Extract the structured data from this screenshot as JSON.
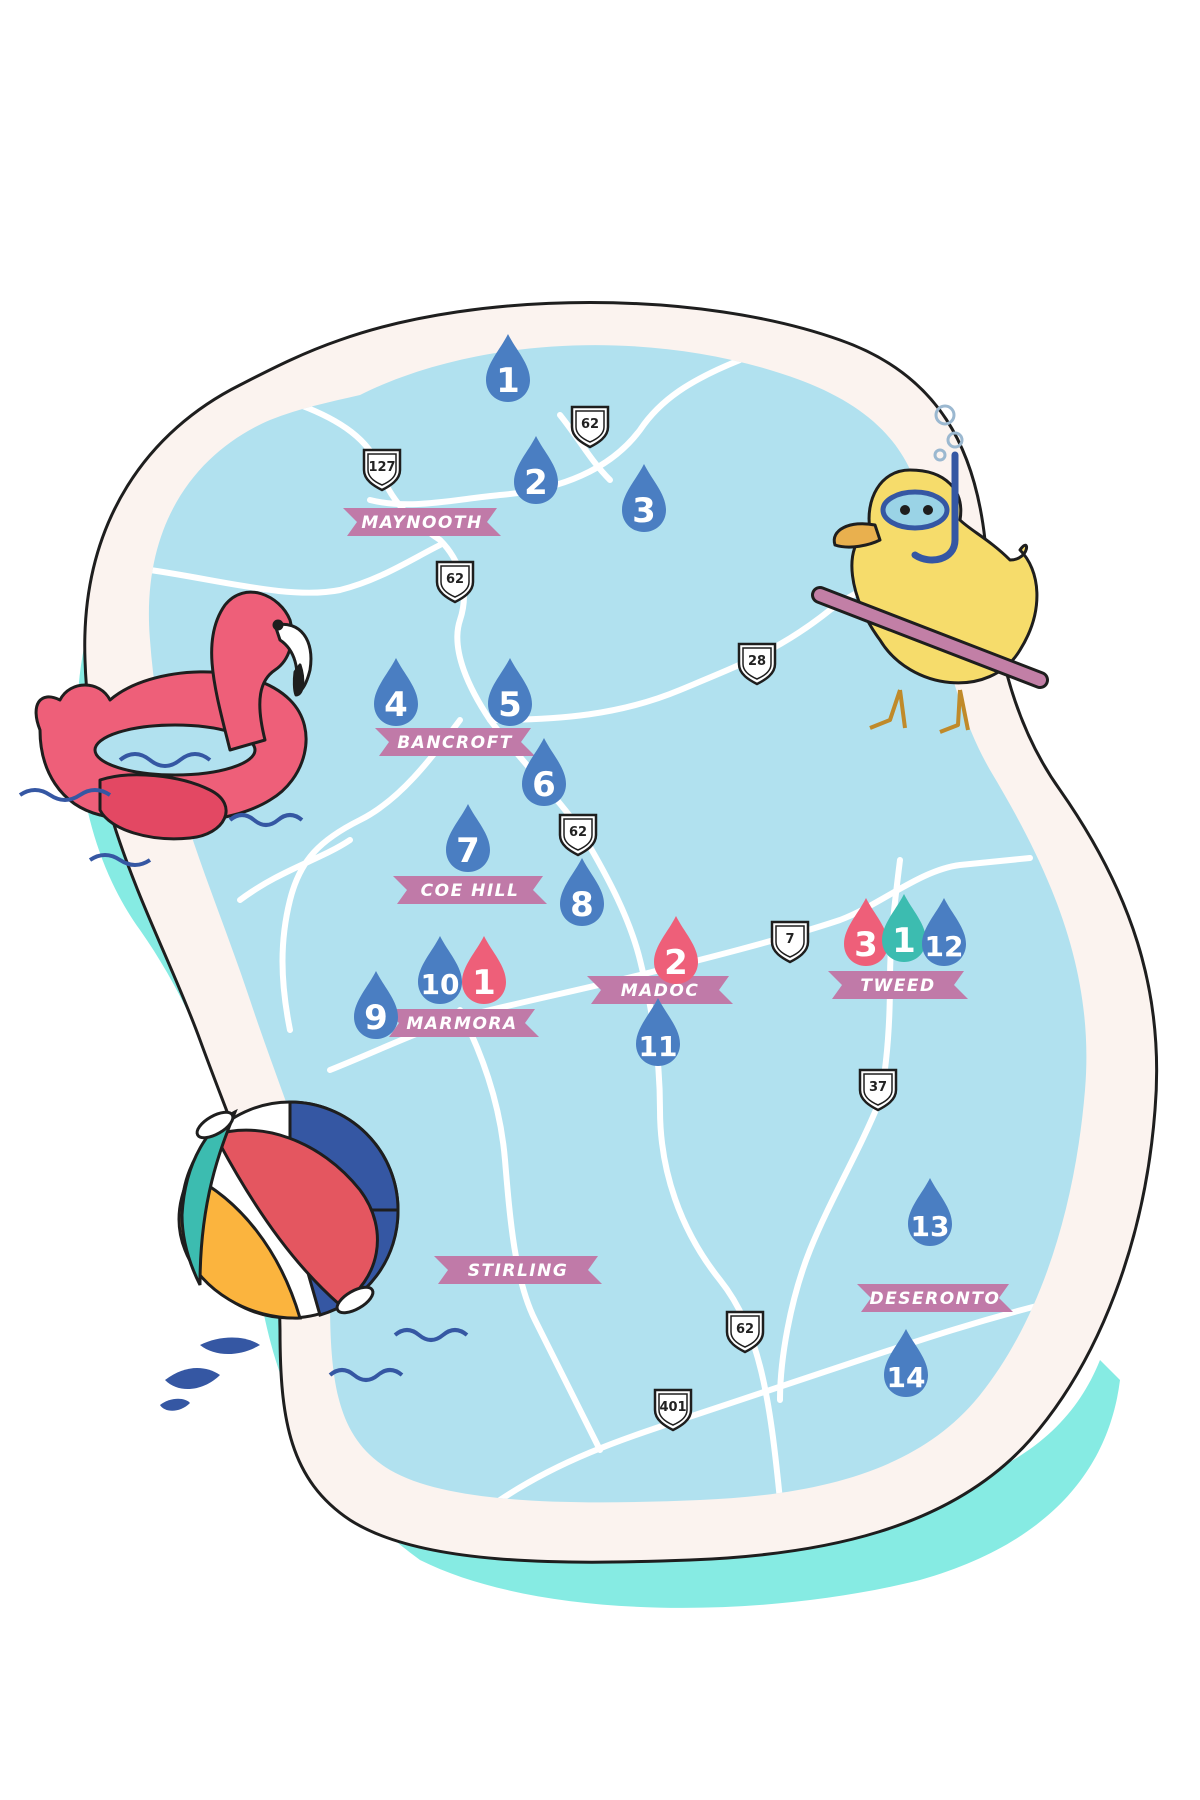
{
  "colors": {
    "water": "#b1e1ef",
    "deck": "#fbf3ef",
    "shadow": "#86ebe3",
    "outline": "#1e1e1e",
    "road": "#ffffff",
    "banner": "#c07aa8",
    "pin_blue": "#4a7ec2",
    "pin_pink": "#ee5f79",
    "pin_teal": "#3cbcb0"
  },
  "towns": [
    {
      "name": "MAYNOOTH"
    },
    {
      "name": "BANCROFT"
    },
    {
      "name": "COE HILL"
    },
    {
      "name": "MARMORA"
    },
    {
      "name": "MADOC"
    },
    {
      "name": "TWEED"
    },
    {
      "name": "STIRLING"
    },
    {
      "name": "DESERONTO"
    }
  ],
  "highways": [
    {
      "number": "62"
    },
    {
      "number": "127"
    },
    {
      "number": "62"
    },
    {
      "number": "28"
    },
    {
      "number": "62"
    },
    {
      "number": "7"
    },
    {
      "number": "37"
    },
    {
      "number": "62"
    },
    {
      "number": "401"
    }
  ],
  "pins": [
    {
      "label": "1",
      "color": "blue"
    },
    {
      "label": "2",
      "color": "blue"
    },
    {
      "label": "3",
      "color": "blue"
    },
    {
      "label": "4",
      "color": "blue"
    },
    {
      "label": "5",
      "color": "blue"
    },
    {
      "label": "6",
      "color": "blue"
    },
    {
      "label": "7",
      "color": "blue"
    },
    {
      "label": "8",
      "color": "blue"
    },
    {
      "label": "9",
      "color": "blue"
    },
    {
      "label": "10",
      "color": "blue"
    },
    {
      "label": "1",
      "color": "pink"
    },
    {
      "label": "2",
      "color": "pink"
    },
    {
      "label": "11",
      "color": "blue"
    },
    {
      "label": "3",
      "color": "pink"
    },
    {
      "label": "1",
      "color": "teal"
    },
    {
      "label": "12",
      "color": "blue"
    },
    {
      "label": "13",
      "color": "blue"
    },
    {
      "label": "14",
      "color": "blue"
    }
  ],
  "decorations": [
    {
      "icon": "flamingo-float-icon"
    },
    {
      "icon": "snorkel-duck-icon"
    },
    {
      "icon": "beach-ball-icon"
    }
  ]
}
